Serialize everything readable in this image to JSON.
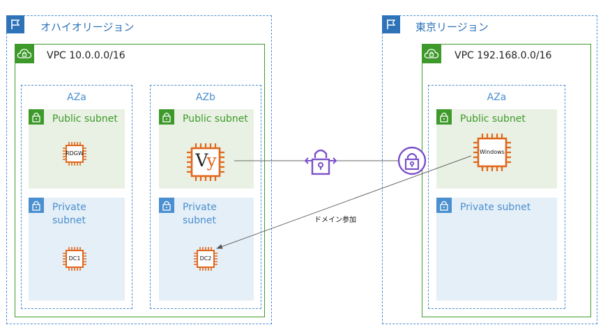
{
  "regions": {
    "ohio": {
      "title": "オハイオリージョン",
      "icon": "flag-icon"
    },
    "tokyo": {
      "title": "東京リージョン",
      "icon": "flag-icon"
    }
  },
  "vpcs": {
    "ohio": {
      "label": "VPC 10.0.0.0/16",
      "icon": "vpc-cloud-lock-icon"
    },
    "tokyo": {
      "label": "VPC 192.168.0.0/16",
      "icon": "vpc-cloud-lock-icon"
    }
  },
  "azs": {
    "ohio_a": "AZa",
    "ohio_b": "AZb",
    "tokyo_a": "AZa"
  },
  "subnets": {
    "public": "Public subnet",
    "private_line1": "Private",
    "private_line2": "subnet",
    "private_single": "Private subnet"
  },
  "instances": {
    "rdgw": "RDGW",
    "dc1": "DC1",
    "dc2": "DC2",
    "windows": "Windows",
    "vyos": "Vy"
  },
  "edges": {
    "domain_join": "ドメイン参加"
  },
  "colors": {
    "region_blue": "#2e73b8",
    "vpc_green": "#3d9a2a",
    "chip_orange": "#e0661a",
    "vpn_purple": "#7a4fc9"
  }
}
